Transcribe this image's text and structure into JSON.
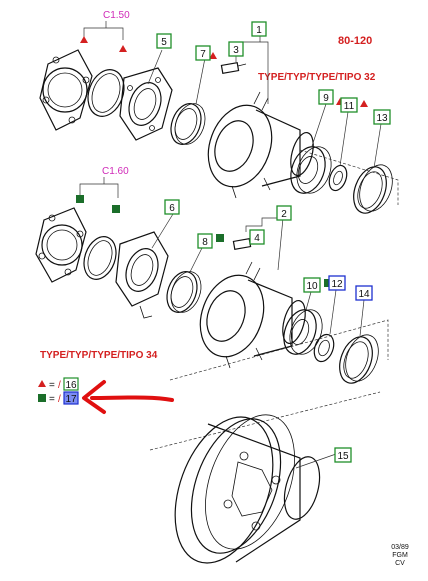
{
  "diagram": {
    "model_code": "80-120",
    "type_upper": "TYPE/TYP/TYPE/TIPO 32",
    "type_lower": "TYPE/TYP/TYPE/TIPO 34",
    "group_upper": "C1.50",
    "group_lower": "C1.60",
    "legend": {
      "triangle_eq": "= ",
      "triangle_ref": "16",
      "square_eq": "= ",
      "square_ref": "17"
    },
    "callouts": [
      "1",
      "2",
      "3",
      "4",
      "5",
      "6",
      "7",
      "8",
      "9",
      "10",
      "11",
      "12",
      "13",
      "14",
      "15"
    ],
    "footer": [
      "03/89",
      "FGM",
      "CV"
    ],
    "colors": {
      "callout_border_green": "#1f8f2a",
      "callout_border_blue": "#1d2fcf",
      "magenta_text": "#d02ab8",
      "red_text": "#d42020",
      "triangle_red": "#d42020",
      "square_green": "#1b6e2a",
      "arrow_red": "#e01010",
      "highlight_blue": "#7c8cf2"
    }
  }
}
